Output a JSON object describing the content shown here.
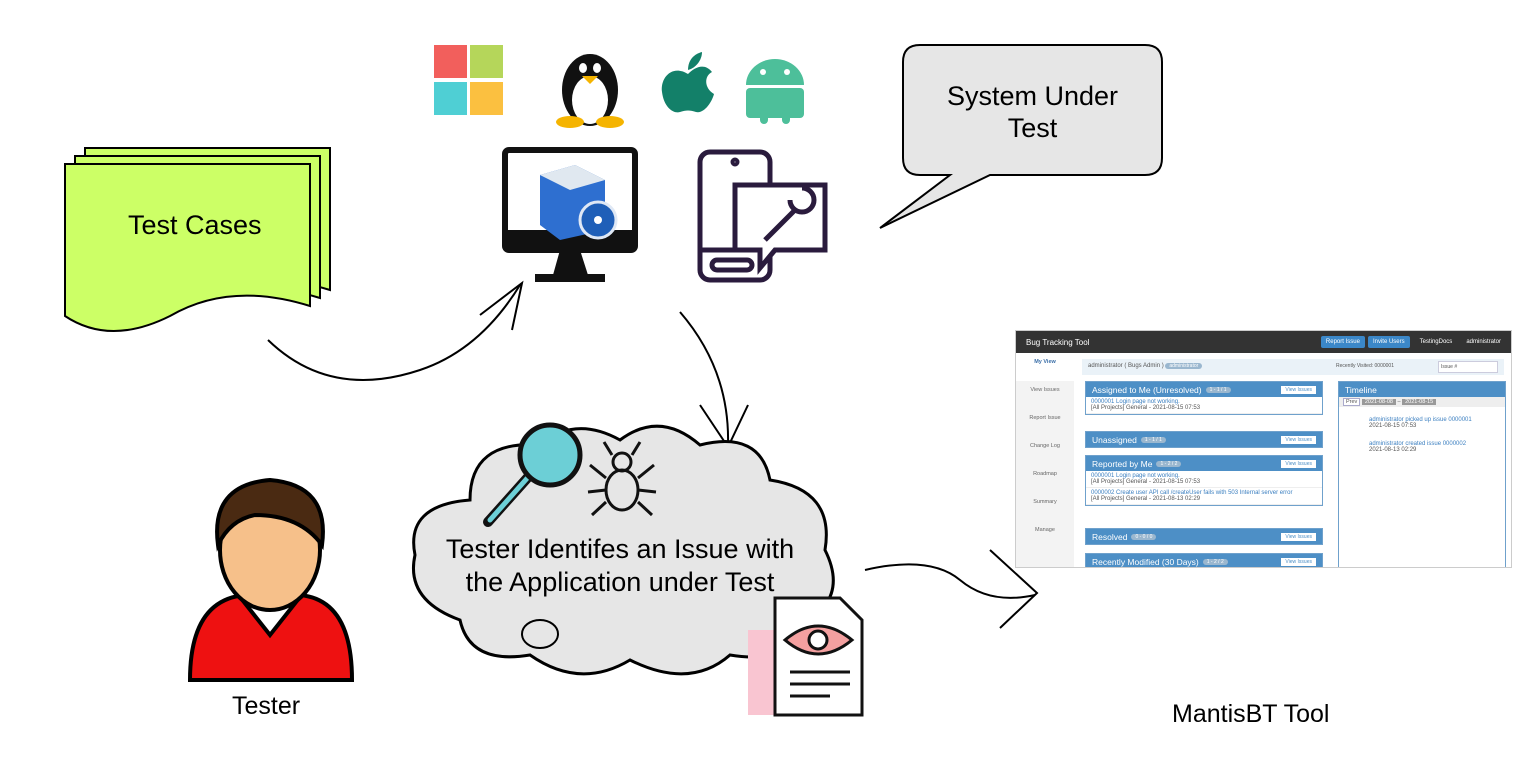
{
  "labels": {
    "test_cases": "Test Cases",
    "system_under_test": [
      "System Under",
      "Test"
    ],
    "cloud_text": [
      "Tester Identifes an Issue with",
      "the Application under Test"
    ],
    "tester": "Tester",
    "mantis_tool": "MantisBT Tool"
  },
  "icons": [
    "windows-logo",
    "linux-penguin",
    "apple-logo",
    "android-logo",
    "desktop-software-icon",
    "mobile-settings-icon",
    "magnifier-icon",
    "bug-icon",
    "tester-avatar",
    "document-eye-icon"
  ],
  "colors": {
    "test_cases": "#ccff66",
    "bubble": "#e6e6e6",
    "cloud": "#e6e6e6",
    "mantis_blue": "#4d8fc6"
  },
  "mantis": {
    "title": "Bug Tracking Tool",
    "report_issue": "Report Issue",
    "invite_users": "Invite Users",
    "project": "TestingDocs",
    "user": "administrator",
    "breadcrumb": "administrator ( Bugs Admin )",
    "role": "administrator",
    "recently_visited": "Recently Visited: 0000001",
    "search_placeholder": "Issue #",
    "sidebar": [
      "My View",
      "View Issues",
      "Report Issue",
      "Change Log",
      "Roadmap",
      "Summary",
      "Manage"
    ],
    "view_issues": "View Issues",
    "panels": [
      {
        "title": "Assigned to Me (Unresolved)",
        "count": "1 - 1 / 1",
        "rows": [
          {
            "id": "0000001",
            "summary": "Login page not working.",
            "meta": "[All Projects] General - 2021-08-15 07:53"
          }
        ]
      },
      {
        "title": "Unassigned",
        "count": "1 - 1 / 1",
        "rows": []
      },
      {
        "title": "Reported by Me",
        "count": "1 - 2 / 2",
        "rows": [
          {
            "id": "0000001",
            "summary": "Login page not working.",
            "meta": "[All Projects] General - 2021-08-15 07:53"
          },
          {
            "id": "0000002",
            "summary": "Create user API call /createUser fails with 503 Internal server error",
            "meta": "[All Projects] General - 2021-08-13 02:29"
          }
        ]
      },
      {
        "title": "Resolved",
        "count": "0 - 0 / 0",
        "rows": []
      },
      {
        "title": "Recently Modified (30 Days)",
        "count": "1 - 2 / 2",
        "rows": []
      }
    ],
    "timeline": {
      "title": "Timeline",
      "prev": "Prev",
      "from": "2021-08-08",
      "to": "2021-08-15",
      "events": [
        {
          "text": "administrator picked up issue 0000001",
          "time": "2021-08-15 07:53"
        },
        {
          "text": "administrator created issue 0000002",
          "time": "2021-08-13 02:29"
        }
      ]
    }
  }
}
